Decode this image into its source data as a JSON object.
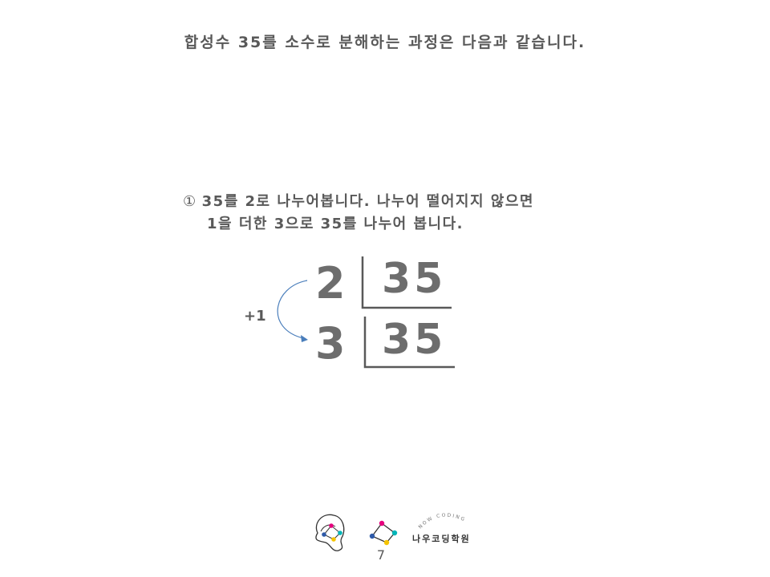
{
  "title": "합성수 35를 소수로 분해하는 과정은 다음과 같습니다.",
  "step": {
    "number": "①",
    "line1": "35를 2로 나누어봅니다. 나누어 떨어지지 않으면",
    "line2": "1을 더한 3으로 35를 나누어 봅니다."
  },
  "division": {
    "rows": [
      {
        "divisor": "2",
        "dividend": "35"
      },
      {
        "divisor": "3",
        "dividend": "35"
      }
    ],
    "increment_label": "+1"
  },
  "footer": {
    "brand_name": "나우코딩학원",
    "brand_arc": "NOW CODING",
    "page_number": "7"
  },
  "colors": {
    "text": "#595959",
    "arrow": "#4a7ebb",
    "dot_pink": "#e6007e",
    "dot_teal": "#00b5b8",
    "dot_yellow": "#f5c400",
    "dot_blue": "#2e5aa8"
  }
}
